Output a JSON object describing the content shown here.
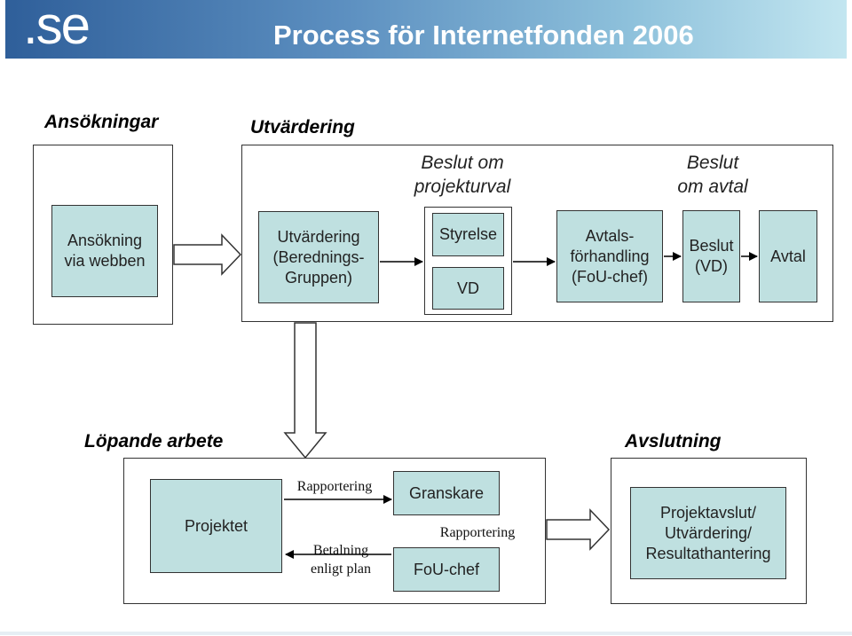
{
  "header": {
    "logo": ".se",
    "title": "Process för Internetfonden 2006"
  },
  "sections": {
    "applications": "Ansökningar",
    "evaluation": "Utvärdering",
    "ongoing": "Löpande arbete",
    "completion": "Avslutning"
  },
  "headings": {
    "project_decision": "Beslut om\nprojekturval",
    "agreement_decision": "Beslut\nom avtal"
  },
  "boxes": {
    "apply_online": "Ansökning\nvia webben",
    "evaluation_group": "Utvärdering\n(Berednings-\nGruppen)",
    "board": "Styrelse",
    "ceo": "VD",
    "negotiation": "Avtals-\nförhandling\n(FoU-chef)",
    "decision_ceo": "Beslut\n(VD)",
    "agreement": "Avtal",
    "project": "Projektet",
    "reviewer": "Granskare",
    "rnd_head": "FoU-chef",
    "project_end": "Projektavslut/\nUtvärdering/\nResultathantering"
  },
  "notes": {
    "reporting_1": "Rapportering",
    "payment": "Betalning\nenligt plan",
    "reporting_2": "Rapportering"
  }
}
